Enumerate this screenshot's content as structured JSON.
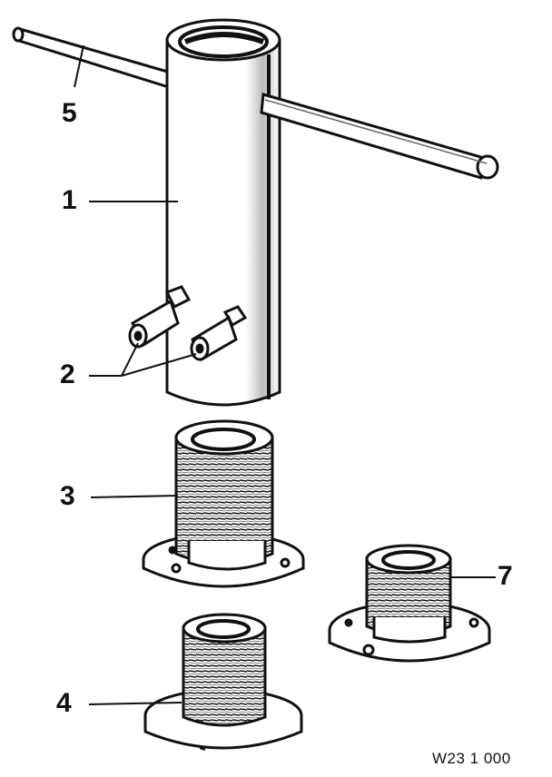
{
  "callouts": {
    "c1": "1",
    "c2": "2",
    "c3": "3",
    "c4": "4",
    "c5": "5",
    "c7": "7"
  },
  "figure_code": "W23 1 000",
  "colors": {
    "ink": "#111111",
    "paper": "#ffffff",
    "shade": "#cfcfcf"
  }
}
